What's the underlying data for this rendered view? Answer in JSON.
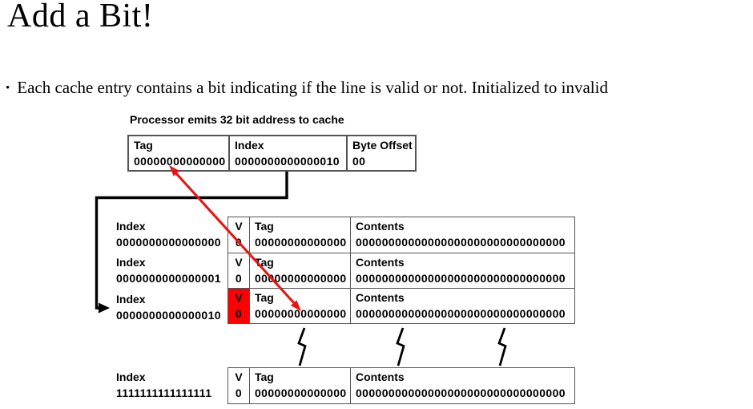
{
  "colors": {
    "highlight_red": "#ff0000",
    "arrow_red": "#e51515",
    "line_black": "#000000",
    "border_gray": "#545454"
  },
  "slide": {
    "title": "Add a Bit!",
    "bullet_glyph": "•",
    "bullet_text": "Each cache entry contains a bit indicating if the line is valid or not. Initialized to invalid"
  },
  "address_box": {
    "caption": "Processor emits 32 bit address to cache",
    "fields": [
      {
        "label": "Tag",
        "value": "00000000000000"
      },
      {
        "label": "Index",
        "value": "0000000000000010"
      },
      {
        "label": "Byte Offset",
        "value": "00"
      }
    ]
  },
  "cache_table": {
    "index_header": "Index",
    "v_header": "V",
    "tag_header": "Tag",
    "contents_header": "Contents",
    "rows": [
      {
        "index": "0000000000000000",
        "v": "0",
        "tag": "00000000000000",
        "contents": "00000000000000000000000000000000",
        "highlighted": "false"
      },
      {
        "index": "0000000000000001",
        "v": "0",
        "tag": "00000000000000",
        "contents": "00000000000000000000000000000000",
        "highlighted": "false"
      },
      {
        "index": "0000000000000010",
        "v": "0",
        "tag": "00000000000000",
        "contents": "00000000000000000000000000000000",
        "highlighted": "true"
      },
      {
        "index": "1111111111111111",
        "v": "0",
        "tag": "00000000000000",
        "contents": "00000000000000000000000000000000",
        "highlighted": "false"
      }
    ]
  }
}
